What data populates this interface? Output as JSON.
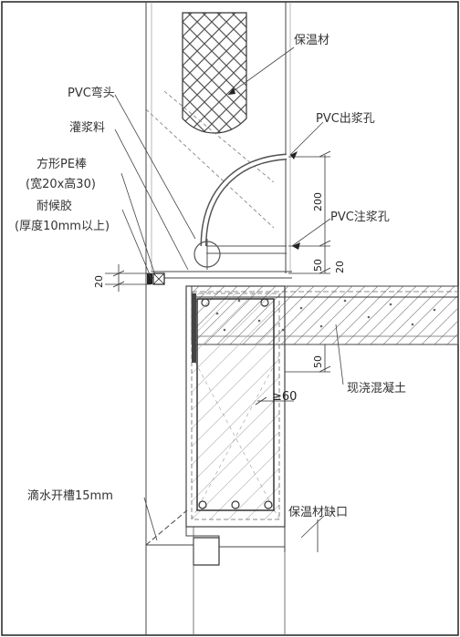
{
  "labels": {
    "insulation": "保温材",
    "pvc_elbow": "PVC弯头",
    "grout": "灌浆料",
    "pvc_outlet": "PVC出浆孔",
    "pe_rod_1": "方形PE棒",
    "pe_rod_2": "(宽20x高30)",
    "sealant_1": "耐候胶",
    "sealant_2": "(厚度10mm以上)",
    "pvc_inlet": "PVC注浆孔",
    "cast_concrete": "现浇混凝土",
    "drip_groove": "滴水开槽15mm",
    "insulation_gap": "保温材缺口"
  },
  "dimensions": {
    "d200": "200",
    "d50_top": "50",
    "d20_right": "20",
    "d20_left": "20",
    "d50_lower": "50",
    "ge60": "≥60"
  }
}
